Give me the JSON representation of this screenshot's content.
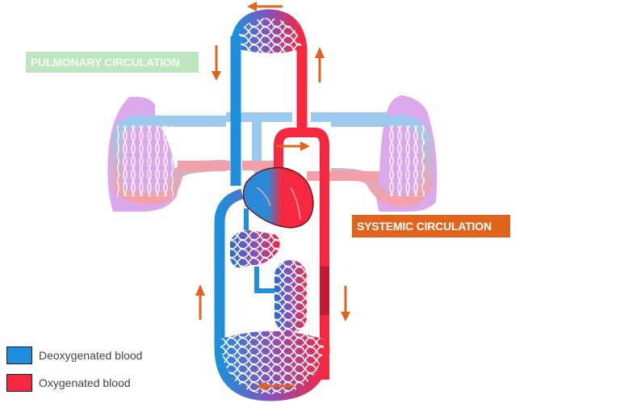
{
  "labels": {
    "pulmonary": "PULMONARY CIRCULATION",
    "systemic": "SYSTEMIC CIRCULATION"
  },
  "colors": {
    "deoxygenated": "#1e8fdc",
    "oxygenated": "#f5283f",
    "pulmonary_label_bg": "#bfe5c1",
    "systemic_label_bg": "#e0641e",
    "arrow": "#e0641e",
    "lung": "#dca8ec",
    "pulmonary_artery_light": "#9cc9ee",
    "pulmonary_vein_light": "#f4a0aa"
  },
  "legend": [
    {
      "label": "Deoxygenated blood",
      "color": "#1e8fdc"
    },
    {
      "label": "Oxygenated blood",
      "color": "#f5283f"
    }
  ],
  "arrows": [
    {
      "name": "top",
      "direction": "left"
    },
    {
      "name": "pulmonary-down",
      "direction": "down"
    },
    {
      "name": "pulmonary-up",
      "direction": "up"
    },
    {
      "name": "aorta",
      "direction": "right"
    },
    {
      "name": "systemic-down",
      "direction": "down"
    },
    {
      "name": "systemic-up",
      "direction": "up"
    },
    {
      "name": "bottom",
      "direction": "left"
    }
  ]
}
